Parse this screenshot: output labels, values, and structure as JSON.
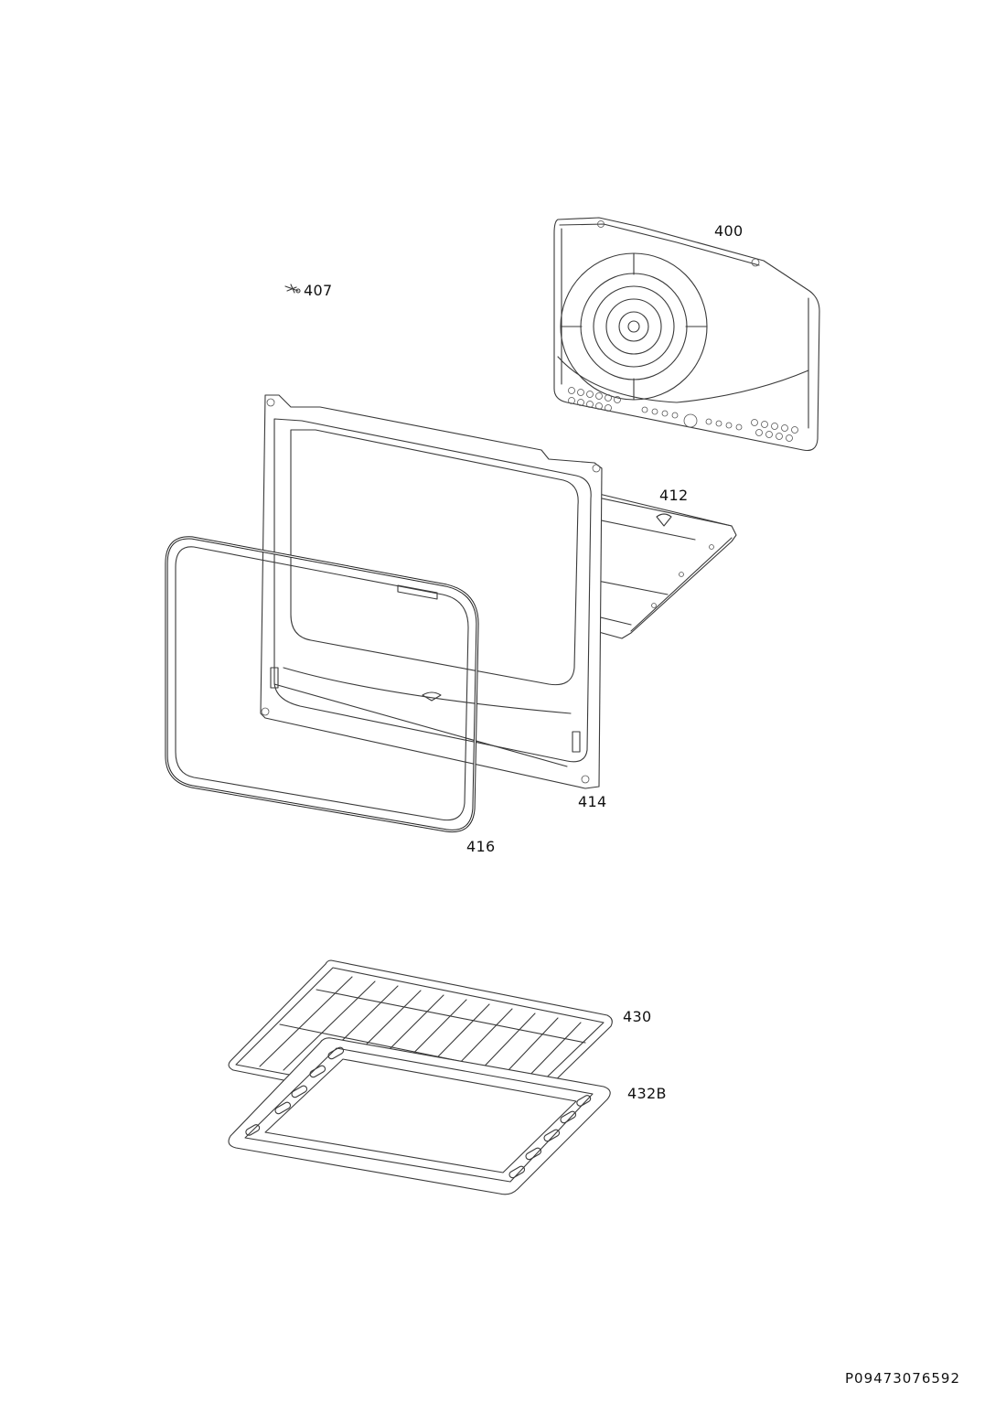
{
  "callouts": {
    "back_panel": "400",
    "screw": "407",
    "floor_panel": "412",
    "front_frame": "414",
    "door_seal": "416",
    "wire_shelf": "430",
    "baking_tray": "432B"
  },
  "document_code": "P09473076592",
  "icons": {
    "screw_part": "screw-icon"
  }
}
